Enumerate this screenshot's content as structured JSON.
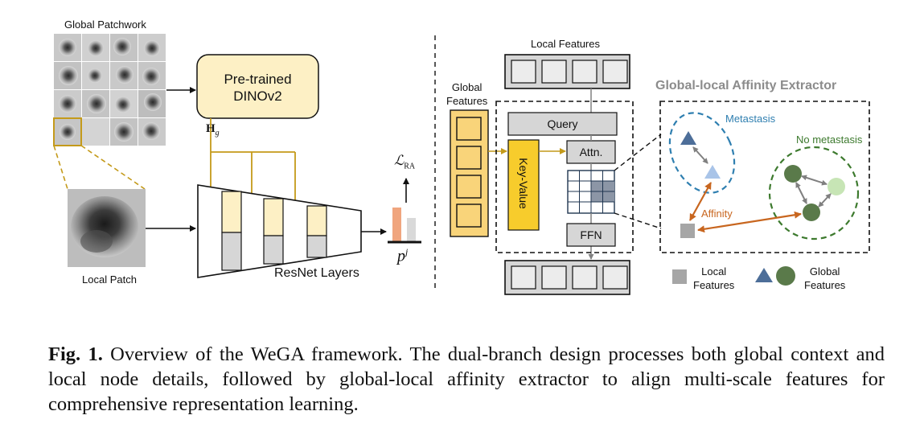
{
  "figure": {
    "global_patchwork_label": "Global Patchwork",
    "local_patch_label": "Local Patch",
    "dino_label_line1": "Pre-trained",
    "dino_label_line2": "DINOv2",
    "hg_label_main": "H",
    "hg_label_sub": "g",
    "resnet_label": "ResNet Layers",
    "loss_label_main": "ℒ",
    "loss_label_sub": "RA",
    "pj_label_main": "p",
    "pj_label_sup": "j",
    "local_features_label": "Local Features",
    "global_features_line1": "Global",
    "global_features_line2": "Features",
    "query_label": "Query",
    "key_value_label": "Key-Value",
    "attn_label": "Attn.",
    "ffn_label": "FFN",
    "extractor_title": "Global-local Affinity Extractor",
    "metastasis_label": "Metastasis",
    "no_metastasis_label": "No metastasis",
    "affinity_label": "Affinity",
    "legend_local_line1": "Local",
    "legend_local_line2": "Features",
    "legend_global_line1": "Global",
    "legend_global_line2": "Features"
  },
  "caption": {
    "prefix": "Fig. 1.",
    "text": " Overview of the WeGA framework. The dual-branch design processes both global context and local node details, followed by global-local affinity extractor to align multi-scale features for comprehensive representation learning."
  },
  "colors": {
    "gold": "#c49a1a",
    "orange_arrow": "#c8661f",
    "blue_dashed": "#2f7fb0",
    "green_dashed": "#3d7a2e",
    "dino_fill": "#fdf0c5",
    "global_feat_fill": "#f9d47a",
    "kv_fill": "#f7cc2c",
    "gray_fill": "#d6d6d6"
  }
}
